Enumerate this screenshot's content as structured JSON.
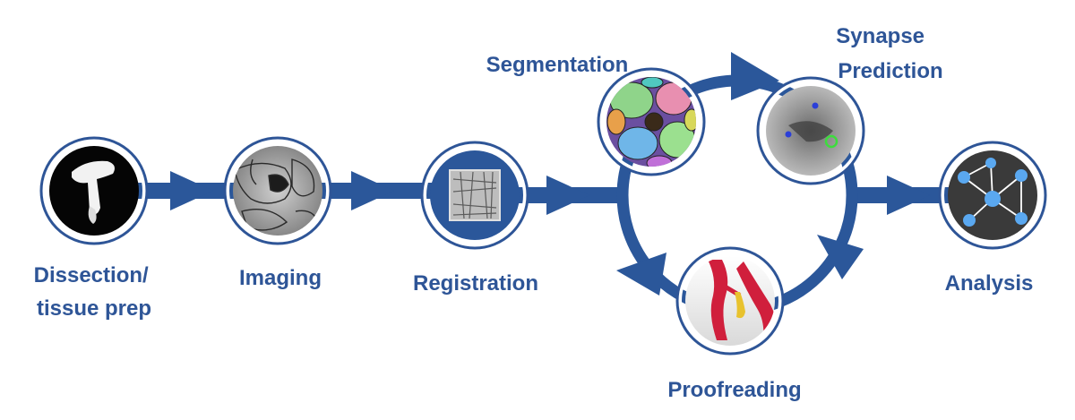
{
  "stages": [
    {
      "id": "dissection",
      "label_lines": [
        "Dissection/",
        "tissue prep"
      ]
    },
    {
      "id": "imaging",
      "label_lines": [
        "Imaging"
      ]
    },
    {
      "id": "registration",
      "label_lines": [
        "Registration"
      ]
    },
    {
      "id": "segmentation",
      "label_lines": [
        "Segmentation"
      ]
    },
    {
      "id": "synapse",
      "label_lines": [
        "Synapse",
        "Prediction"
      ]
    },
    {
      "id": "proofreading",
      "label_lines": [
        "Proofreading"
      ]
    },
    {
      "id": "analysis",
      "label_lines": [
        "Analysis"
      ]
    }
  ],
  "colors": {
    "flow": "#2b579a",
    "label": "#2e5597",
    "ring": "#2e5597"
  }
}
